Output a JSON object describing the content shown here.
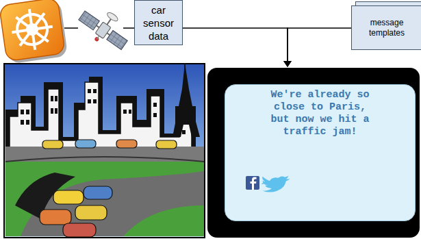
{
  "diagram": {
    "nodes": [
      {
        "text": [
          "car sensor data"
        ]
      },
      {
        "text": [
          "message templates"
        ]
      },
      {
        "text": [
          "We're already so close to Paris, but now we hit a traffic jam!"
        ]
      }
    ],
    "edges": [
      {
        "from": 0,
        "to": 2,
        "arrow": "to"
      },
      {
        "from": 1,
        "to": 2,
        "arrow": "to"
      }
    ]
  }
}
